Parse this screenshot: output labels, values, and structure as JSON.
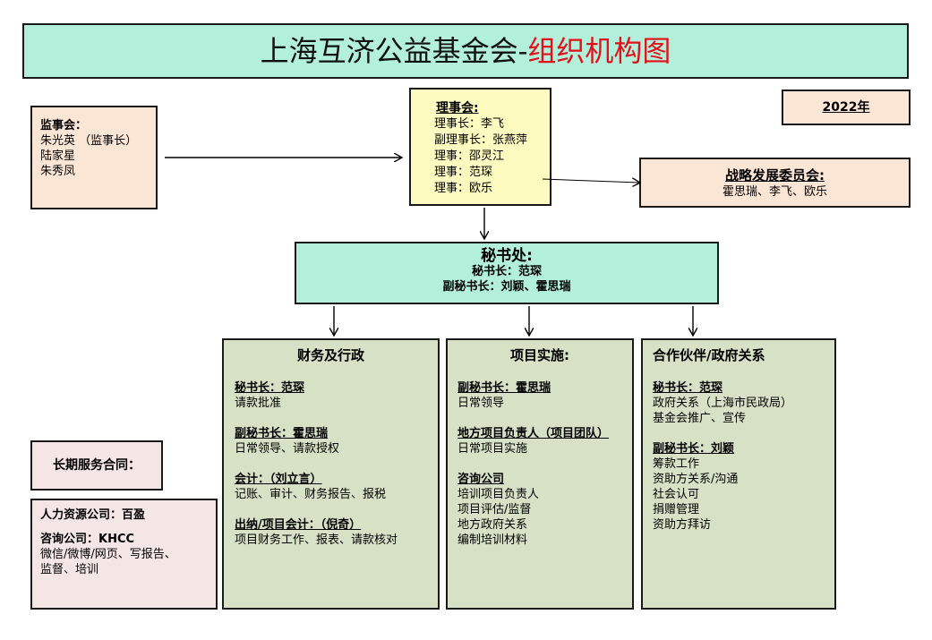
{
  "title": {
    "part1": "上海互济公益基金会-",
    "part2": "组织机构图"
  },
  "colors": {
    "title_bg": "#b3f0dc",
    "title_accent": "#e3101a",
    "board_bg": "#fdfbc0",
    "peach_bg": "#fbe6d6",
    "column_bg": "#d6e1c6",
    "pink_bg": "#f5e6e6"
  },
  "year": "2022年",
  "supervisors": {
    "title": "监事会：",
    "members": [
      "朱光英 （监事长）",
      "陆家星",
      "朱秀凤"
    ]
  },
  "board": {
    "title": "理事会:",
    "members": [
      "理事长：李飞",
      "副理事长：张燕萍",
      "理事：邵灵江",
      "理事：范琛",
      "理事：欧乐"
    ]
  },
  "strategy": {
    "title": "战略发展委员会:",
    "members": "霍思瑞、李飞、欧乐"
  },
  "secretariat": {
    "title": "秘书处:",
    "secretary_general": "秘书长：范琛",
    "deputy": "副秘书长：刘颖、霍思瑞"
  },
  "finance": {
    "title": "财务及行政",
    "groups": [
      {
        "head": "秘书长：范琛",
        "items": [
          "请款批准"
        ]
      },
      {
        "head": "副秘书长：霍思瑞",
        "items": [
          "日常领导、请款授权"
        ]
      },
      {
        "head": "会计：（刘立言）",
        "items": [
          "记账、审计、财务报告、报税"
        ]
      },
      {
        "head": "出纳/项目会计：（倪奇）",
        "items": [
          "项目财务工作、报表、请款核对"
        ]
      }
    ]
  },
  "project": {
    "title": "项目实施:",
    "groups": [
      {
        "head": "副秘书长：霍思瑞",
        "items": [
          "日常领导"
        ]
      },
      {
        "head": "地方项目负责人（项目团队）",
        "items": [
          "日常项目实施"
        ]
      },
      {
        "head": "咨询公司",
        "items": [
          "培训项目负责人",
          "项目评估/监督",
          "地方政府关系",
          "编制培训材料"
        ]
      }
    ]
  },
  "partner": {
    "title": "合作伙伴/政府关系",
    "groups": [
      {
        "head": "秘书长：范琛",
        "items": [
          "政府关系（上海市民政局）",
          "基金会推广、宣传"
        ]
      },
      {
        "head": "副秘书长：刘颖",
        "items": [
          "筹款工作",
          "资助方关系/沟通",
          "社会认可",
          "捐赠管理",
          "资助方拜访"
        ]
      }
    ]
  },
  "service_contract": "长期服务合同：",
  "vendors": {
    "hr": "人力资源公司：百盈",
    "consult_title": "咨询公司：KHCC",
    "consult_items": [
      "微信/微博/网页、写报告、",
      "监督、培训"
    ]
  }
}
